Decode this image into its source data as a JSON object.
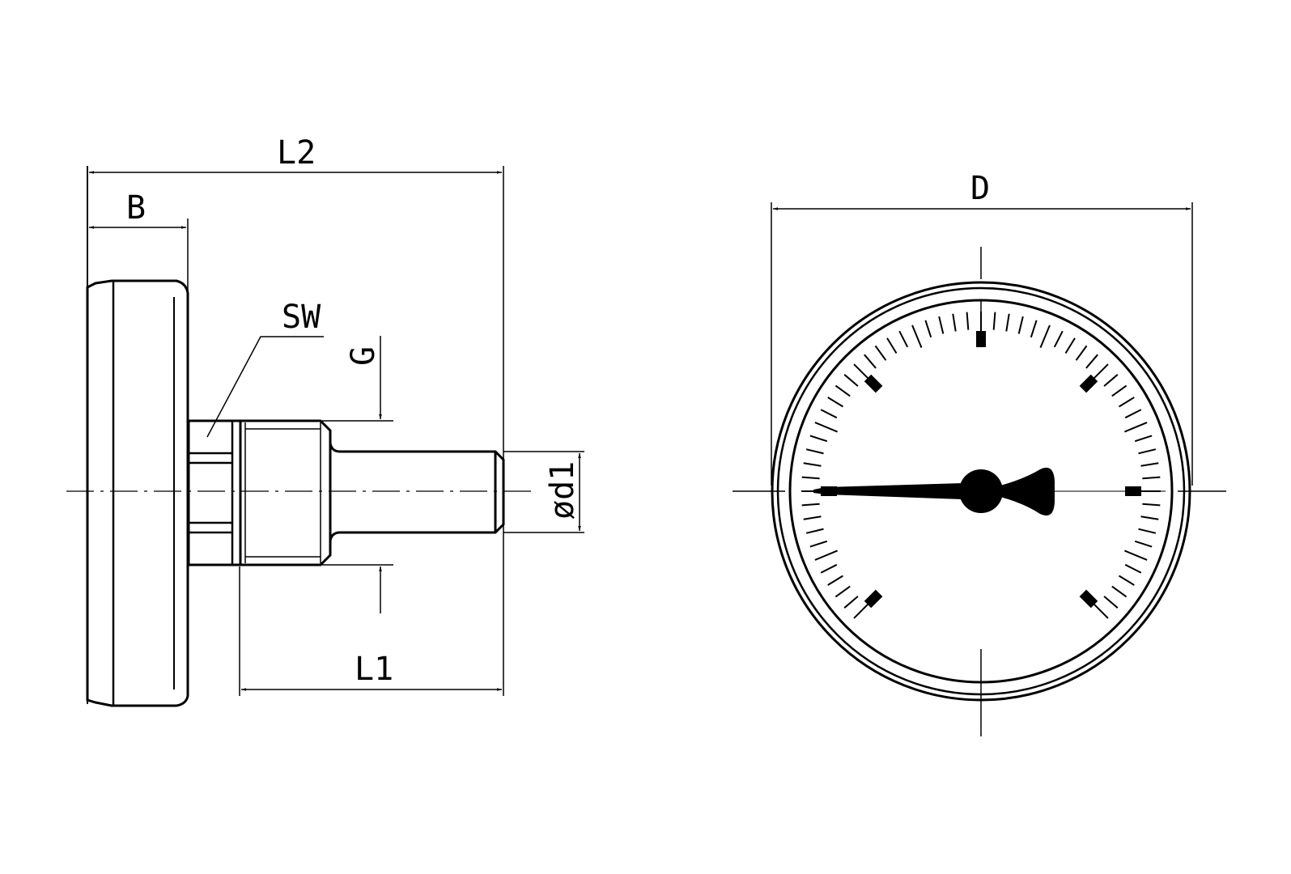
{
  "drawing": {
    "title": "Bimetal thermometer dimension drawing",
    "side_view": {
      "labels": {
        "L2": "L2",
        "B": "B",
        "SW": "SW",
        "G": "G",
        "d1": "ød1",
        "L1": "L1"
      }
    },
    "front_view": {
      "labels": {
        "D": "D"
      },
      "scale": {
        "major_ticks": 7,
        "minor_ticks_per_segment": 9
      },
      "pointer_angle_deg": 180
    },
    "colors": {
      "line": "#000000",
      "background": "#ffffff"
    }
  }
}
